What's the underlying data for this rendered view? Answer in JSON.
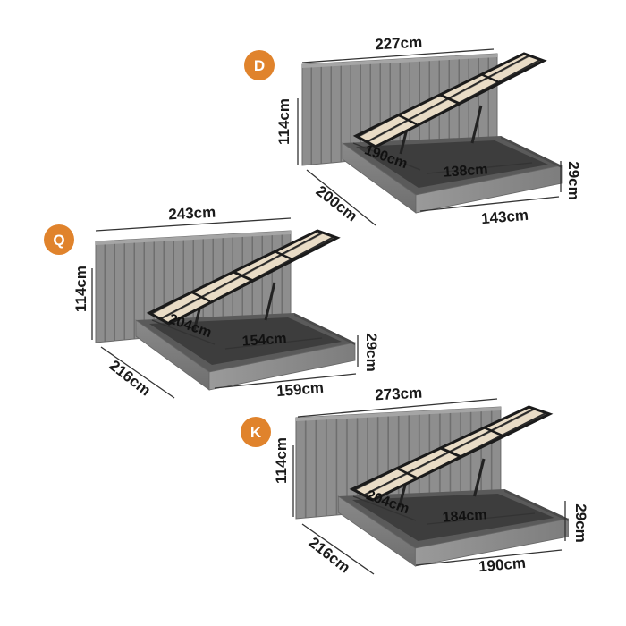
{
  "accent_color": "#e0832c",
  "fabric_color": "#8c8c8c",
  "beds": [
    {
      "size_code": "D",
      "headboard_width": "227cm",
      "height": "114cm",
      "length": "200cm",
      "base_height": "29cm",
      "base_width": "143cm",
      "mattress_length": "190cm",
      "mattress_width": "138cm"
    },
    {
      "size_code": "Q",
      "headboard_width": "243cm",
      "height": "114cm",
      "length": "216cm",
      "base_height": "29cm",
      "base_width": "159cm",
      "mattress_length": "204cm",
      "mattress_width": "154cm"
    },
    {
      "size_code": "K",
      "headboard_width": "273cm",
      "height": "114cm",
      "length": "216cm",
      "base_height": "29cm",
      "base_width": "190cm",
      "mattress_length": "204cm",
      "mattress_width": "184cm"
    }
  ]
}
